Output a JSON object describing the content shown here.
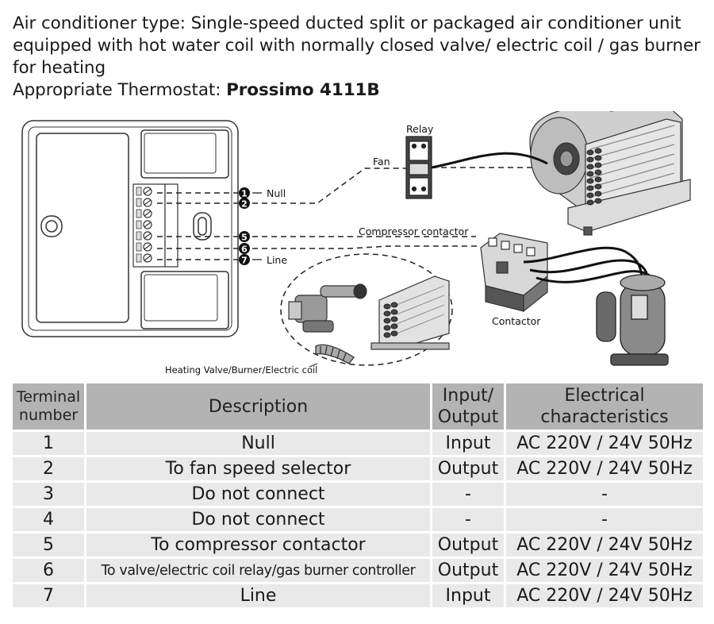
{
  "header": {
    "line1": "Air conditioner type: Single-speed ducted split or packaged air conditioner unit",
    "line2": "equipped with hot water coil with normally closed valve/ electric coil / gas burner",
    "line3": "for heating",
    "thermostat_prefix": "Appropriate Thermostat: ",
    "thermostat_model": "Prossimo 4111B"
  },
  "diagram": {
    "relay_label": "Relay",
    "fan_label": "Fan",
    "compressor_contactor_label": "Compressor contactor",
    "contactor_label": "Contactor",
    "heating_label": "Heating Valve/Burner/Electric coil",
    "terminals": [
      {
        "num": "1",
        "label": "Null"
      },
      {
        "num": "2",
        "label": ""
      },
      {
        "num": "5",
        "label": ""
      },
      {
        "num": "6",
        "label": ""
      },
      {
        "num": "7",
        "label": "Line"
      }
    ]
  },
  "table": {
    "headers": [
      "Terminal number",
      "Description",
      "Input/ Output",
      "Electrical characteristics"
    ],
    "rows": [
      {
        "terminal": "1",
        "description": "Null",
        "io": "Input",
        "electrical": "AC 220V / 24V 50Hz"
      },
      {
        "terminal": "2",
        "description": "To fan speed selector",
        "io": "Output",
        "electrical": "AC 220V / 24V 50Hz"
      },
      {
        "terminal": "3",
        "description": "Do not connect",
        "io": "-",
        "electrical": "-"
      },
      {
        "terminal": "4",
        "description": "Do not connect",
        "io": "-",
        "electrical": "-"
      },
      {
        "terminal": "5",
        "description": "To compressor contactor",
        "io": "Output",
        "electrical": "AC 220V / 24V 50Hz"
      },
      {
        "terminal": "6",
        "description": "To valve/electric coil relay/gas burner controller",
        "io": "Output",
        "electrical": "AC 220V / 24V 50Hz"
      },
      {
        "terminal": "7",
        "description": "Line",
        "io": "Input",
        "electrical": "AC 220V / 24V 50Hz"
      }
    ]
  }
}
